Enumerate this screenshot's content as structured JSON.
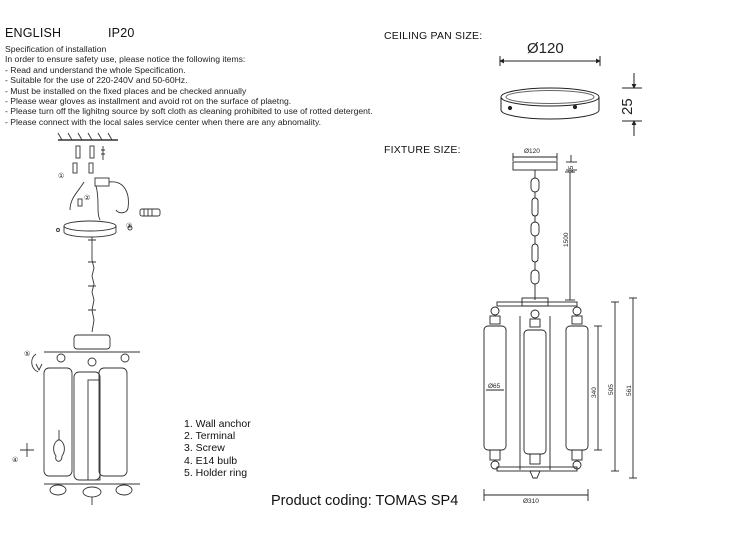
{
  "header": {
    "language": "ENGLISH",
    "ip_rating": "IP20"
  },
  "specification": {
    "title": "Specification of installation",
    "intro": "In order to ensure safety use, please notice the following items:",
    "items": [
      "- Read and understand the whole Specification.",
      "- Suitable for the use of 220-240V and 50-60Hz.",
      "- Must be installed on the fixed places and be checked annually",
      "- Please wear gloves as installment and avoid rot on the surface of plaetng.",
      "- Please turn off the lighitng source by soft cloth as cleaning prohibited to use of rotted detergent.",
      "- Please connect with the local sales service center when there are any abnomality."
    ]
  },
  "ceiling_pan": {
    "title": "CEILING PAN  SIZE:",
    "diameter": "Ø120",
    "height": "25"
  },
  "fixture": {
    "title": "FIXTURE SIZE:",
    "dims": {
      "top_diameter": "Ø120",
      "pan_height": "25",
      "chain": "1500",
      "tube_diameter": "Ø65",
      "width": "Ø310",
      "h340": "340",
      "h505": "505",
      "h561": "561"
    }
  },
  "install_markers": {
    "m1": "①",
    "m2": "②",
    "m3": "③",
    "m4": "④",
    "m5": "⑤"
  },
  "legend": {
    "items": [
      "1. Wall anchor",
      "2. Terminal",
      "3. Screw",
      "4. E14 bulb",
      "5. Holder ring"
    ]
  },
  "product_coding": "Product coding: TOMAS SP4"
}
